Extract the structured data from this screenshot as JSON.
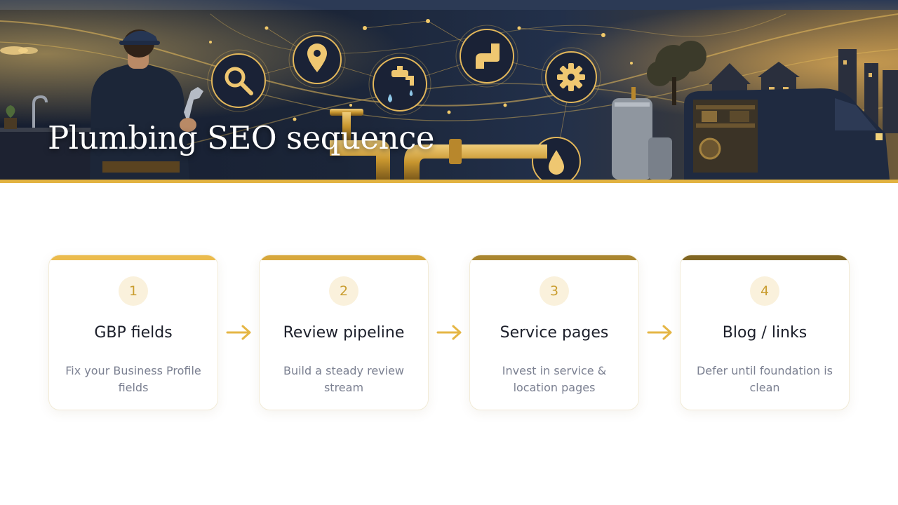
{
  "hero": {
    "title": "Plumbing SEO sequence",
    "icons": [
      "search-icon",
      "location-pin-icon",
      "faucet-icon",
      "pipe-icon",
      "gear-icon",
      "water-drop-icon"
    ]
  },
  "steps": [
    {
      "number": "1",
      "title": "GBP fields",
      "description": "Fix your Business Profile fields",
      "bar_color": "#ebbb4d"
    },
    {
      "number": "2",
      "title": "Review pipeline",
      "description": "Build a steady review stream",
      "bar_color": "#d7a73c"
    },
    {
      "number": "3",
      "title": "Service pages",
      "description": "Invest in service & location pages",
      "bar_color": "#a9852f"
    },
    {
      "number": "4",
      "title": "Blog / links",
      "description": "Defer until foundation is clean",
      "bar_color": "#806522"
    }
  ],
  "colors": {
    "gold_accent": "#e2b341",
    "arrow": "#e5b645",
    "number_text": "#c99d2f",
    "number_bg": "#faf1dc",
    "title_text": "#1c1f2a",
    "description_text": "#7b8091"
  }
}
